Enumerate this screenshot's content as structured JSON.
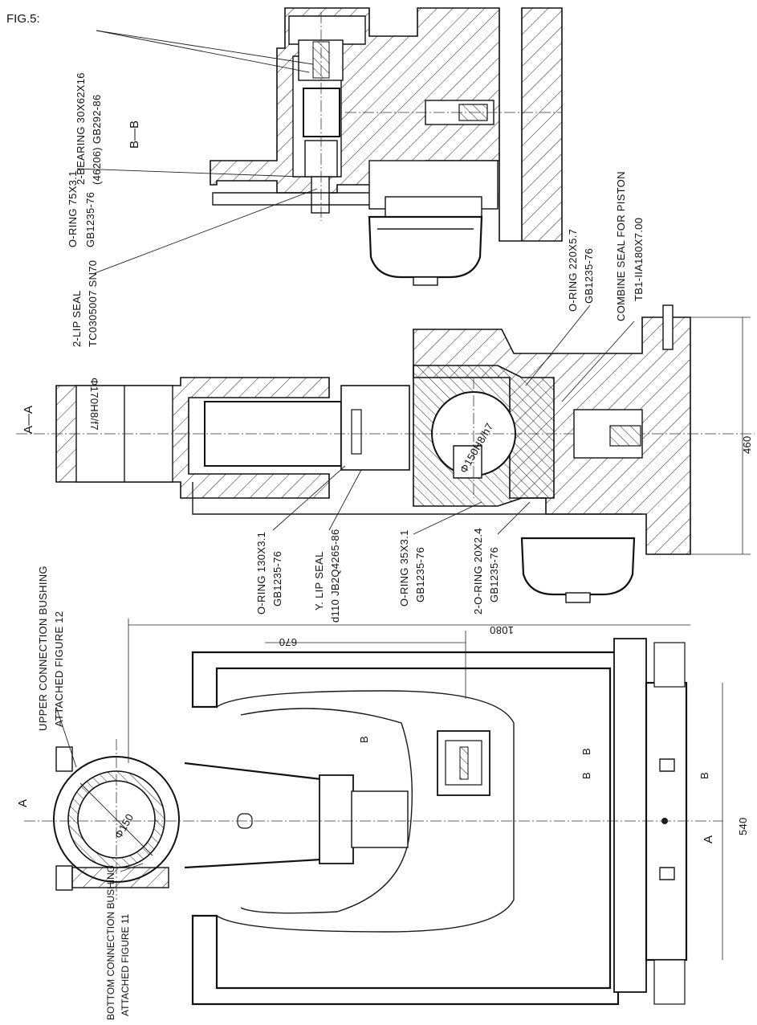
{
  "figure_label": "FIG.5:",
  "sections": {
    "bb": "B—B",
    "aa": "A—A"
  },
  "callouts": {
    "bearing": {
      "line1": "2-BEARING 30X62X16",
      "line2": "(46206)  GB292-86"
    },
    "oring_75": {
      "line1": "O-RING 75X3.1",
      "line2": "GB1235-76"
    },
    "lip_seal": {
      "line1": "2-LIP SEAL",
      "line2": "TC0305007 SN70"
    },
    "oring_220": {
      "line1": "O-RING 220X5.7",
      "line2": "GB1235-76"
    },
    "combine_seal": {
      "line1": "COMBINE SEAL FOR PISTON",
      "line2": "TB1-IIA180X7.00"
    },
    "oring_130": {
      "line1": "O-RING 130X3.1",
      "line2": "GB1235-76"
    },
    "y_lip_seal": {
      "line1": "Y. LIP SEAL",
      "line2": "d110  JB2Q4265-86"
    },
    "oring_35": {
      "line1": "O-RING 35X3.1",
      "line2": "GB1235-76"
    },
    "oring_20": {
      "line1": "2-O-RING 20X2.4",
      "line2": "GB1235-76"
    },
    "upper_bushing": {
      "line1": "UPPER CONNECTION BUSHING",
      "line2": "ATTACHED FIGURE 12"
    },
    "bottom_bushing": {
      "line1": "BOTTOM CONNECTION BUSHING",
      "line2": "ATTACHED FIGURE 11"
    }
  },
  "dimensions": {
    "bore_fit": "Φ170H8/f7",
    "ball_fit": "Φ150H8/h7",
    "height_460": "460",
    "dim_670": "670",
    "dim_1080": "1080",
    "dim_540": "540",
    "dia_150": "Φ150"
  },
  "section_marks": {
    "a_left": "A",
    "a_right": "A",
    "b1": "B",
    "b2": "B",
    "b3": "B",
    "b4": "B"
  }
}
